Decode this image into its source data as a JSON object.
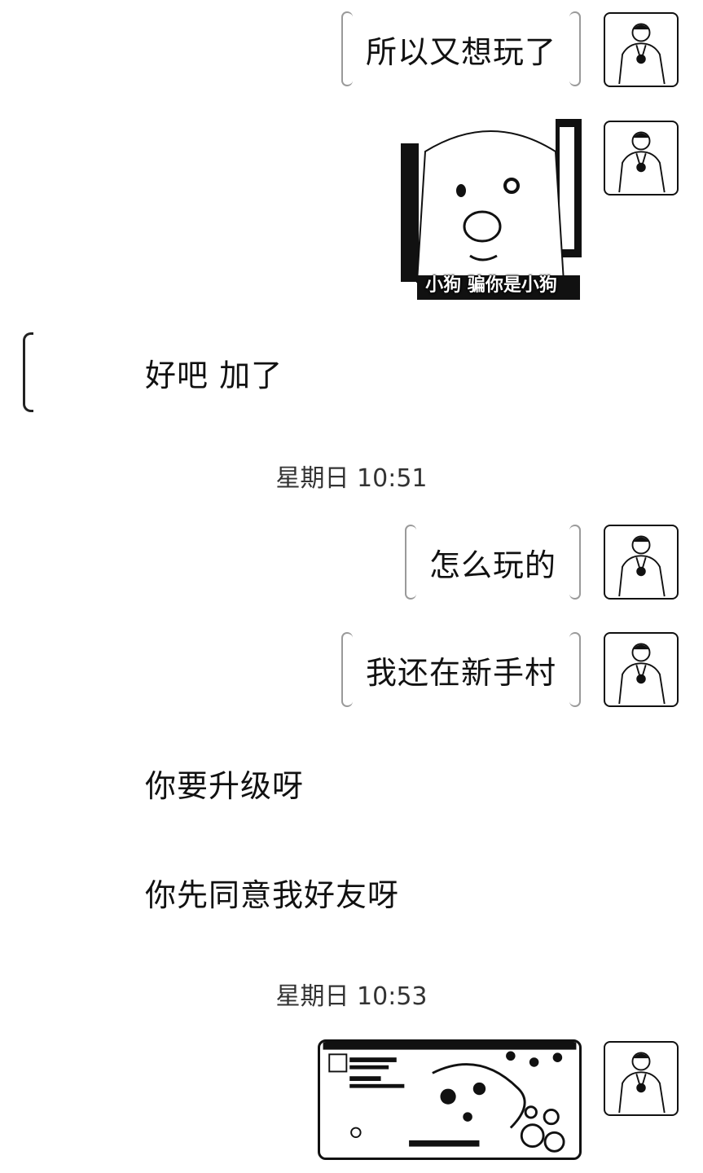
{
  "messages": {
    "m1": "所以又想玩了",
    "m2_image_caption": "小狗 骗你是小狗",
    "m3": "好吧 加了",
    "t1": "星期日 10:51",
    "m4": "怎么玩的",
    "m5": "我还在新手村",
    "m6": "你要升级呀",
    "m7": "你先同意我好友呀",
    "t2": "星期日 10:53"
  },
  "icons": {
    "avatar": "man-portrait-avatar",
    "dog_sticker": "dog-sticker-image",
    "game_screenshot": "game-screenshot-image"
  }
}
